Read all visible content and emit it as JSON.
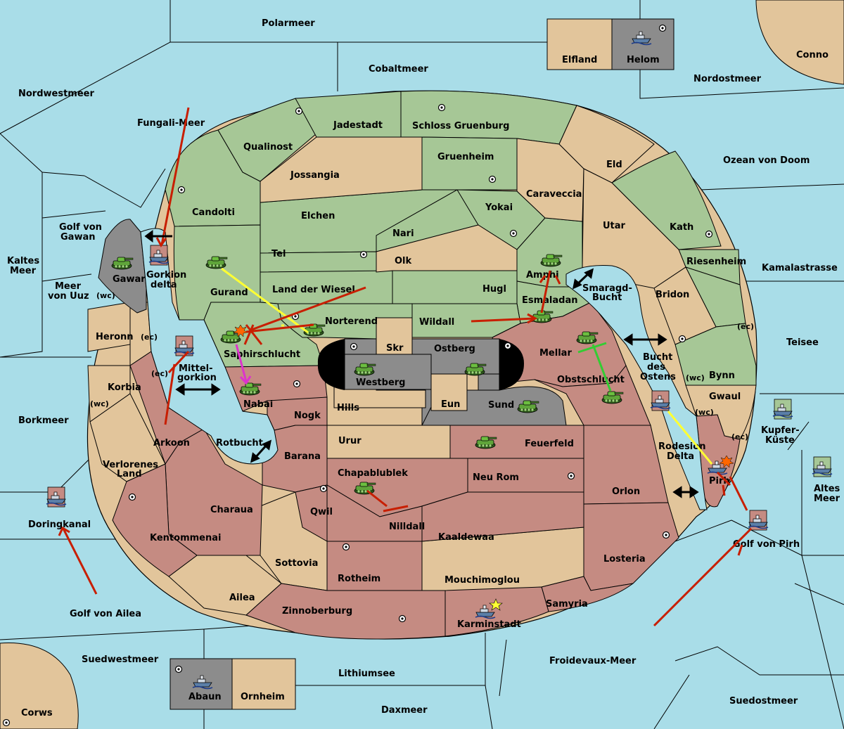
{
  "colors": {
    "sea": "#a9dde8",
    "neutral": "#e2c59b",
    "green": "#a6c796",
    "red": "#c58b82",
    "grey": "#8c8c8c",
    "border": "#000000",
    "move": "#c81e00",
    "support": "#ffff33",
    "convoy": "#dd33cc",
    "hold": "#33cc33"
  },
  "regions": {
    "polarmeer": "Polarmeer",
    "cobaltmeer": "Cobaltmeer",
    "nordwestmeer": "Nordwestmeer",
    "nordostmeer": "Nordostmeer",
    "conno": "Conno",
    "elfland": "Elfland",
    "helom": "Helom",
    "fungali": "Fungali-Meer",
    "jadestadt": "Jadestadt",
    "schloss": "Schloss Gruenburg",
    "qualinost": "Qualinost",
    "jossangia": "Jossangia",
    "gruenheim": "Gruenheim",
    "eld": "Eld",
    "ozean": "Ozean von Doom",
    "candolti": "Candolti",
    "elchen": "Elchen",
    "caraveccia": "Caraveccia",
    "yokai": "Yokai",
    "nari": "Nari",
    "utar": "Utar",
    "kath": "Kath",
    "golf_gawan": "Golf von Gawan",
    "tel": "Tel",
    "olk": "Olk",
    "amphi": "Amphi",
    "riesenheim": "Riesenheim",
    "kamalastrasse": "Kamalastrasse",
    "kaltes": "Kaltes Meer",
    "gawar": "Gawar",
    "gorkion_delta": "Gorkion delta",
    "gurand": "Gurand",
    "land_wiesel": "Land der Wiesel",
    "hugl": "Hugl",
    "smaragd": "Smaragd-Bucht",
    "bridon": "Bridon",
    "meer_uuz": "Meer von Uuz",
    "esmaladan": "Esmaladan",
    "norterend": "Norterend",
    "wildall": "Wildall",
    "heronn": "Heronn",
    "saphir": "Saphirschlucht",
    "skr": "Skr",
    "ostberg": "Ostberg",
    "mellar": "Mellar",
    "bucht_ostens": "Bucht des Ostens",
    "teisee": "Teisee",
    "mittel": "Mittel- gorkion",
    "westberg": "Westberg",
    "obstschlucht": "Obstschlucht",
    "bynn": "Bynn",
    "korbia": "Korbia",
    "nabai": "Nabai",
    "eun": "Eun",
    "sund": "Sund",
    "gwaul": "Gwaul",
    "hills": "Hills",
    "nogk": "Nogk",
    "borkmeer": "Borkmeer",
    "kupfer": "Kupfer- Küste",
    "arkoon": "Arkoon",
    "rotbucht": "Rotbucht",
    "urur": "Urur",
    "feuerfeld": "Feuerfeld",
    "rodesion": "Rodesion Delta",
    "barana": "Barana",
    "verlorenes": "Verlorenes Land",
    "chapablublek": "Chapablublek",
    "neu_rom": "Neu Rom",
    "pirh": "Pirh",
    "altes": "Altes Meer",
    "orlon": "Orlon",
    "charaua": "Charaua",
    "qwil": "Qwil",
    "doringkanal": "Doringkanal",
    "nilldall": "Nilldall",
    "kentommenai": "Kentommenai",
    "kaaldewaa": "Kaaldewaa",
    "golf_pirh": "Golf von Pirh",
    "sottovia": "Sottovia",
    "losteria": "Losteria",
    "rotheim": "Rotheim",
    "mouchimoglou": "Mouchimoglou",
    "ailea": "Ailea",
    "samyria": "Samyria",
    "golf_ailea": "Golf von Ailea",
    "zinnoberburg": "Zinnoberburg",
    "karminstadt": "Karminstadt",
    "suedwestmeer": "Suedwestmeer",
    "froidevaux": "Froidevaux-Meer",
    "lithiumsee": "Lithiumsee",
    "abaun": "Abaun",
    "ornheim": "Ornheim",
    "suedostmeer": "Suedostmeer",
    "daxmeer": "Daxmeer",
    "corws": "Corws"
  },
  "coast_tags": {
    "wc": "(wc)",
    "ec": "(ec)"
  },
  "units": [
    {
      "type": "army",
      "owner": "green",
      "region": "Gurand"
    },
    {
      "type": "army",
      "owner": "green",
      "region": "Saphirschlucht"
    },
    {
      "type": "army",
      "owner": "green",
      "region": "Norterend"
    },
    {
      "type": "army",
      "owner": "green",
      "region": "Nabai"
    },
    {
      "type": "army",
      "owner": "green",
      "region": "Westberg"
    },
    {
      "type": "army",
      "owner": "green",
      "region": "Ostberg"
    },
    {
      "type": "army",
      "owner": "green",
      "region": "Sund"
    },
    {
      "type": "army",
      "owner": "green",
      "region": "Amphi"
    },
    {
      "type": "army",
      "owner": "green",
      "region": "Esmaladan"
    },
    {
      "type": "army",
      "owner": "green",
      "region": "Mellar"
    },
    {
      "type": "army",
      "owner": "green",
      "region": "Obstschlucht"
    },
    {
      "type": "army",
      "owner": "green",
      "region": "Feuerfeld"
    },
    {
      "type": "army",
      "owner": "green",
      "region": "Chapablublek"
    },
    {
      "type": "army",
      "owner": "green",
      "region": "Gawar"
    },
    {
      "type": "fleet",
      "owner": "green",
      "region": "Kupfer-Küste"
    },
    {
      "type": "fleet",
      "owner": "green",
      "region": "Altes Meer"
    },
    {
      "type": "fleet",
      "owner": "red",
      "region": "Gorkion delta"
    },
    {
      "type": "fleet",
      "owner": "red",
      "region": "Mittelgorkion"
    },
    {
      "type": "fleet",
      "owner": "red",
      "region": "Doringkanal"
    },
    {
      "type": "fleet",
      "owner": "red",
      "region": "Bucht des Ostens"
    },
    {
      "type": "fleet",
      "owner": "red",
      "region": "Golf von Pirh"
    },
    {
      "type": "fleet",
      "owner": "red",
      "region": "Pirh"
    },
    {
      "type": "fleet",
      "owner": "grey",
      "region": "Helom"
    },
    {
      "type": "fleet",
      "owner": "grey",
      "region": "Abaun"
    },
    {
      "type": "fleet",
      "owner": "red",
      "region": "Karminstadt"
    }
  ]
}
